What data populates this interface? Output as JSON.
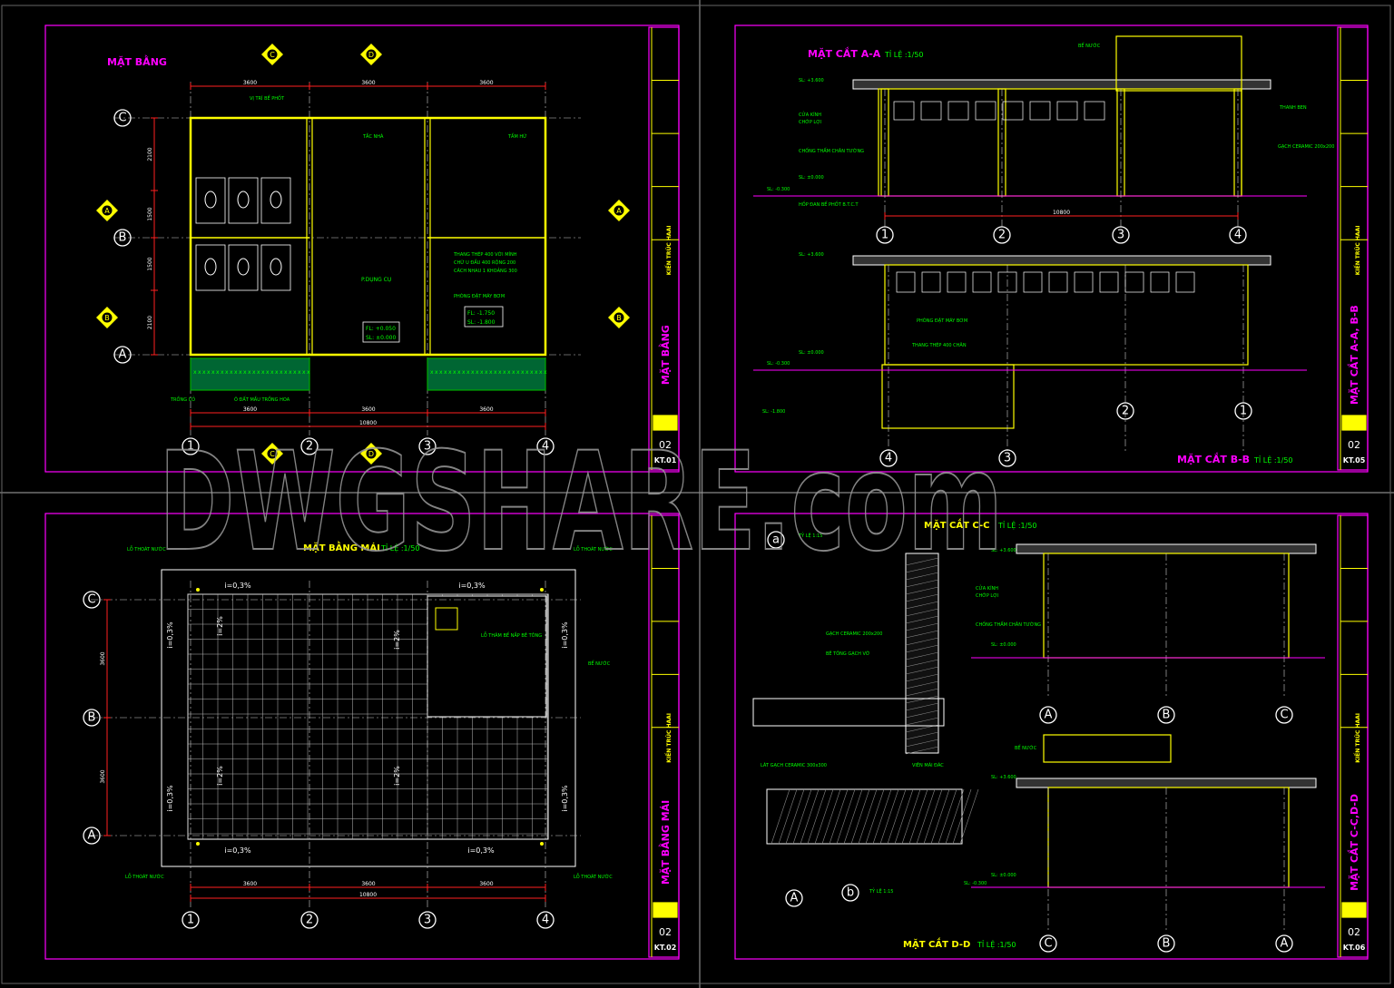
{
  "watermark": "DWGSHARE.com",
  "colors": {
    "frame": "#ff00ff",
    "wall": "#ffff00",
    "dimension": "#ff2020",
    "annotation": "#00ff00",
    "background": "#000000"
  },
  "sheets": [
    {
      "title": "MẶT BẰNG",
      "block_title": "MẶT BẰNG",
      "sheet_no": "02",
      "code": "KT.01",
      "company": "KIẾN TRÚC HAAI",
      "axes_x": [
        "1",
        "2",
        "3",
        "4"
      ],
      "axes_y": [
        "C",
        "B",
        "A"
      ],
      "dims": {
        "top": [
          "3600",
          "3600",
          "3600"
        ],
        "bottom": [
          "3600",
          "3600",
          "3600"
        ],
        "total": "10800",
        "left": [
          "2100",
          "1500",
          "1500",
          "2100"
        ]
      },
      "labels": [
        "VỊ TRÍ BỂ PHỐT",
        "P.DỤNG CỤ",
        "THANG THÉP 400 VỚI MÍNH",
        "CHỮ U ĐẦU 400 RỘNG 200",
        "CÁCH NHAU 1 KHOẢNG 300",
        "PHÒNG ĐẶT MÁY BƠM",
        "TRỒNG CỎ",
        "Ô ĐẤT MẦU TRỒNG HOA",
        "TẦM HỨ",
        "TẮC NHÀ"
      ],
      "levels": [
        "FL: +0.050",
        "SL: ±0.000",
        "FL: -1.750",
        "SL: -1.800"
      ]
    },
    {
      "title": "MẶT CẮT A-A",
      "scale": "TỈ LỆ :1/50",
      "title2": "MẶT CẮT B-B",
      "block_title": "MẶT CẮT A-A, B-B",
      "sheet_no": "02",
      "code": "KT.05",
      "company": "KIẾN TRÚC HAAI",
      "axes_aa": [
        "1",
        "2",
        "3",
        "4"
      ],
      "axes_bb": [
        "4",
        "3",
        "2",
        "1"
      ],
      "total": "10800",
      "labels": [
        "BỂ NƯỚC",
        "THANH BEN",
        "CỬA KÍNH",
        "CHỚP LỢI",
        "CHỐNG THẤM CHÂN TƯỜNG",
        "GẠCH CERAMIC 200x200",
        "HỐP ĐAN BỂ PHỐT B.T.C.T",
        "PHÒNG ĐẶT MÁY BƠM",
        "THANG THÉP 400 CHÂN"
      ],
      "levels": [
        "SL: +3.600",
        "SL: ±0.000",
        "SL: -0.300",
        "SL: -1.800"
      ]
    },
    {
      "title": "MẶT BẰNG MÁI",
      "scale": "TỈ LỆ :1/50",
      "block_title": "MẶT BẰNG MÁI",
      "sheet_no": "02",
      "code": "KT.02",
      "company": "KIẾN TRÚC HAAI",
      "axes_x": [
        "1",
        "2",
        "3",
        "4"
      ],
      "axes_y": [
        "C",
        "B",
        "A"
      ],
      "slopes": [
        "i=0,3%",
        "i=0,3%",
        "i=0,3%",
        "i=0,3%",
        "i=2%",
        "i=2%",
        "i=2%",
        "i=2%",
        "i=0,3%",
        "i=0,3%",
        "i=0,3%",
        "i=0,3%"
      ],
      "labels": [
        "LỖ THOÁT NƯỚC",
        "LỖ THĂM BỂ NẮP BÊ TÔNG",
        "BỂ NƯỚC"
      ],
      "dims": {
        "bottom": [
          "3600",
          "3600",
          "3600"
        ],
        "total": "10800",
        "left": [
          "3600",
          "3600"
        ]
      }
    },
    {
      "title": "MẶT CẮT C-C",
      "scale": "TỈ LỆ :1/50",
      "title2": "MẶT CẮT D-D",
      "block_title": "MẶT CẮT C-C,D-D",
      "sheet_no": "02",
      "code": "KT.06",
      "company": "KIẾN TRÚC HAAI",
      "detail_a": "a",
      "detail_b": "b",
      "detail_scale": "TỶ LỆ 1:15",
      "axes_cc": [
        "A",
        "B",
        "C"
      ],
      "axes_dd": [
        "C",
        "B",
        "A"
      ],
      "labels": [
        "CỬA KÍNH",
        "CHỚP LỢI",
        "CHỐNG THẤM CHÂN TƯỜNG",
        "GẠCH CERAMIC 200x200",
        "BÊ TÔNG GẠCH VỠ",
        "LÁT GẠCH CERAMIC 300x300",
        "VIÊN MÀI ĐÁC",
        "BỂ NƯỚC"
      ],
      "levels": [
        "SL: +3.600",
        "SL: ±0.000",
        "SL: -0.300"
      ]
    }
  ]
}
